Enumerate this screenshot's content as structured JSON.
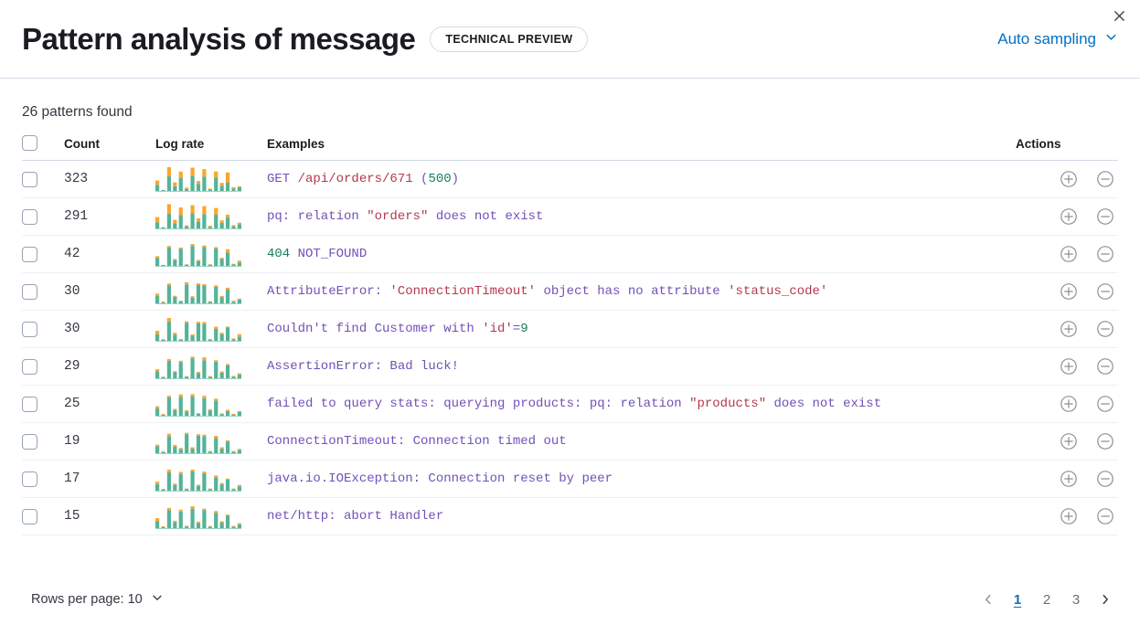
{
  "header": {
    "title": "Pattern analysis of message",
    "badge": "TECHNICAL PREVIEW",
    "sampling_label": "Auto sampling",
    "chevron_icon": "chevron-down-icon",
    "close_icon": "close-icon"
  },
  "colors": {
    "accent_link": "#0271c2",
    "spark_primary": "#54b399",
    "spark_secondary": "#fca52b",
    "token_identifier": "#7151b8",
    "token_string": "#b4384f",
    "token_number": "#1a7b60",
    "border": "#d3dae6"
  },
  "main": {
    "patterns_found": "26 patterns found",
    "columns": {
      "count": "Count",
      "log_rate": "Log rate",
      "examples": "Examples",
      "actions": "Actions"
    },
    "action_icons": {
      "include": "plus-in-circle-icon",
      "exclude": "minus-in-circle-icon"
    },
    "rows": [
      {
        "count": "323",
        "example_plain": "GET /api/orders/671 (500)",
        "tokens": [
          {
            "t": "GET ",
            "c": "id"
          },
          {
            "t": "/api/orders/671",
            "c": "str"
          },
          {
            "t": " (",
            "c": "id"
          },
          {
            "t": "500",
            "c": "num"
          },
          {
            "t": ")",
            "c": "id"
          }
        ],
        "spark": [
          {
            "a": 26,
            "b": 18
          },
          {
            "a": 4,
            "b": 0
          },
          {
            "a": 62,
            "b": 38
          },
          {
            "a": 20,
            "b": 16
          },
          {
            "a": 54,
            "b": 28
          },
          {
            "a": 8,
            "b": 6
          },
          {
            "a": 64,
            "b": 34
          },
          {
            "a": 30,
            "b": 12
          },
          {
            "a": 60,
            "b": 32
          },
          {
            "a": 6,
            "b": 4
          },
          {
            "a": 56,
            "b": 26
          },
          {
            "a": 22,
            "b": 12
          },
          {
            "a": 36,
            "b": 42
          },
          {
            "a": 10,
            "b": 6
          },
          {
            "a": 16,
            "b": 4
          }
        ]
      },
      {
        "count": "291",
        "example_plain": "pq: relation \"orders\" does not exist",
        "tokens": [
          {
            "t": "pq: relation ",
            "c": "id"
          },
          {
            "t": "\"orders\"",
            "c": "str"
          },
          {
            "t": " does not exist",
            "c": "id"
          }
        ],
        "spark": [
          {
            "a": 26,
            "b": 22
          },
          {
            "a": 5,
            "b": 0
          },
          {
            "a": 62,
            "b": 40
          },
          {
            "a": 22,
            "b": 14
          },
          {
            "a": 56,
            "b": 32
          },
          {
            "a": 9,
            "b": 4
          },
          {
            "a": 64,
            "b": 34
          },
          {
            "a": 28,
            "b": 14
          },
          {
            "a": 60,
            "b": 34
          },
          {
            "a": 7,
            "b": 4
          },
          {
            "a": 58,
            "b": 28
          },
          {
            "a": 24,
            "b": 10
          },
          {
            "a": 46,
            "b": 12
          },
          {
            "a": 9,
            "b": 5
          },
          {
            "a": 18,
            "b": 6
          }
        ]
      },
      {
        "count": "42",
        "example_plain": "404 NOT_FOUND",
        "tokens": [
          {
            "t": "404",
            "c": "num"
          },
          {
            "t": " NOT_FOUND",
            "c": "id"
          }
        ],
        "spark": [
          {
            "a": 34,
            "b": 7
          },
          {
            "a": 4,
            "b": 0
          },
          {
            "a": 78,
            "b": 6
          },
          {
            "a": 26,
            "b": 3
          },
          {
            "a": 72,
            "b": 5
          },
          {
            "a": 5,
            "b": 2
          },
          {
            "a": 84,
            "b": 8
          },
          {
            "a": 20,
            "b": 5
          },
          {
            "a": 80,
            "b": 6
          },
          {
            "a": 5,
            "b": 2
          },
          {
            "a": 74,
            "b": 5
          },
          {
            "a": 30,
            "b": 4
          },
          {
            "a": 56,
            "b": 14
          },
          {
            "a": 6,
            "b": 3
          },
          {
            "a": 14,
            "b": 8
          }
        ]
      },
      {
        "count": "30",
        "example_plain": "AttributeError: 'ConnectionTimeout' object has no attribute 'status_code'",
        "tokens": [
          {
            "t": "AttributeError: ",
            "c": "id"
          },
          {
            "t": "'ConnectionTimeout'",
            "c": "str"
          },
          {
            "t": " object has no attribute ",
            "c": "id"
          },
          {
            "t": "'status_code'",
            "c": "str"
          }
        ],
        "spark": [
          {
            "a": 32,
            "b": 9
          },
          {
            "a": 4,
            "b": 3
          },
          {
            "a": 76,
            "b": 7
          },
          {
            "a": 28,
            "b": 4
          },
          {
            "a": 8,
            "b": 3
          },
          {
            "a": 80,
            "b": 9
          },
          {
            "a": 24,
            "b": 6
          },
          {
            "a": 78,
            "b": 6
          },
          {
            "a": 76,
            "b": 5
          },
          {
            "a": 6,
            "b": 3
          },
          {
            "a": 70,
            "b": 6
          },
          {
            "a": 26,
            "b": 5
          },
          {
            "a": 58,
            "b": 8
          },
          {
            "a": 7,
            "b": 4
          },
          {
            "a": 16,
            "b": 4
          }
        ]
      },
      {
        "count": "30",
        "example_plain": "Couldn't find Customer with 'id'=9",
        "tokens": [
          {
            "t": "Couldn't find Customer with ",
            "c": "id"
          },
          {
            "t": "'id'",
            "c": "str"
          },
          {
            "t": "=",
            "c": "id"
          },
          {
            "t": "9",
            "c": "num"
          }
        ],
        "spark": [
          {
            "a": 28,
            "b": 14
          },
          {
            "a": 6,
            "b": 0
          },
          {
            "a": 82,
            "b": 14
          },
          {
            "a": 26,
            "b": 8
          },
          {
            "a": 5,
            "b": 3
          },
          {
            "a": 76,
            "b": 6
          },
          {
            "a": 22,
            "b": 5
          },
          {
            "a": 74,
            "b": 6
          },
          {
            "a": 72,
            "b": 7
          },
          {
            "a": 5,
            "b": 3
          },
          {
            "a": 50,
            "b": 9
          },
          {
            "a": 28,
            "b": 6
          },
          {
            "a": 56,
            "b": 4
          },
          {
            "a": 6,
            "b": 4
          },
          {
            "a": 18,
            "b": 10
          }
        ]
      },
      {
        "count": "29",
        "example_plain": "AssertionError: Bad luck!",
        "tokens": [
          {
            "t": "AssertionError: Bad luck!",
            "c": "id"
          }
        ],
        "spark": [
          {
            "a": 30,
            "b": 8
          },
          {
            "a": 5,
            "b": 2
          },
          {
            "a": 74,
            "b": 7
          },
          {
            "a": 26,
            "b": 4
          },
          {
            "a": 68,
            "b": 6
          },
          {
            "a": 6,
            "b": 3
          },
          {
            "a": 84,
            "b": 7
          },
          {
            "a": 22,
            "b": 5
          },
          {
            "a": 76,
            "b": 12
          },
          {
            "a": 6,
            "b": 3
          },
          {
            "a": 70,
            "b": 6
          },
          {
            "a": 24,
            "b": 5
          },
          {
            "a": 54,
            "b": 6
          },
          {
            "a": 7,
            "b": 3
          },
          {
            "a": 16,
            "b": 5
          }
        ]
      },
      {
        "count": "25",
        "example_plain": "failed to query stats: querying products: pq: relation \"products\" does not exist",
        "tokens": [
          {
            "t": "failed to query stats: querying products: pq: relation ",
            "c": "id"
          },
          {
            "t": "\"products\"",
            "c": "str"
          },
          {
            "t": " does not exist",
            "c": "id"
          }
        ],
        "spark": [
          {
            "a": 32,
            "b": 8
          },
          {
            "a": 4,
            "b": 3
          },
          {
            "a": 78,
            "b": 6
          },
          {
            "a": 24,
            "b": 5
          },
          {
            "a": 80,
            "b": 10
          },
          {
            "a": 18,
            "b": 5
          },
          {
            "a": 82,
            "b": 9
          },
          {
            "a": 8,
            "b": 3
          },
          {
            "a": 74,
            "b": 10
          },
          {
            "a": 22,
            "b": 5
          },
          {
            "a": 64,
            "b": 8
          },
          {
            "a": 7,
            "b": 3
          },
          {
            "a": 20,
            "b": 5
          },
          {
            "a": 5,
            "b": 3
          },
          {
            "a": 16,
            "b": 4
          }
        ]
      },
      {
        "count": "19",
        "example_plain": "ConnectionTimeout: Connection timed out",
        "tokens": [
          {
            "t": "ConnectionTimeout: Connection timed out",
            "c": "id"
          }
        ],
        "spark": [
          {
            "a": 30,
            "b": 6
          },
          {
            "a": 5,
            "b": 3
          },
          {
            "a": 72,
            "b": 10
          },
          {
            "a": 28,
            "b": 7
          },
          {
            "a": 18,
            "b": 4
          },
          {
            "a": 80,
            "b": 6
          },
          {
            "a": 20,
            "b": 5
          },
          {
            "a": 74,
            "b": 6
          },
          {
            "a": 72,
            "b": 6
          },
          {
            "a": 6,
            "b": 3
          },
          {
            "a": 64,
            "b": 9
          },
          {
            "a": 20,
            "b": 5
          },
          {
            "a": 48,
            "b": 6
          },
          {
            "a": 6,
            "b": 3
          },
          {
            "a": 14,
            "b": 4
          }
        ]
      },
      {
        "count": "17",
        "example_plain": "java.io.IOException: Connection reset by peer",
        "tokens": [
          {
            "t": "java.io.IOException: Connection reset by peer",
            "c": "id"
          }
        ],
        "spark": [
          {
            "a": 28,
            "b": 10
          },
          {
            "a": 5,
            "b": 3
          },
          {
            "a": 78,
            "b": 10
          },
          {
            "a": 24,
            "b": 6
          },
          {
            "a": 70,
            "b": 9
          },
          {
            "a": 6,
            "b": 3
          },
          {
            "a": 82,
            "b": 7
          },
          {
            "a": 20,
            "b": 5
          },
          {
            "a": 74,
            "b": 6
          },
          {
            "a": 6,
            "b": 3
          },
          {
            "a": 56,
            "b": 8
          },
          {
            "a": 26,
            "b": 6
          },
          {
            "a": 46,
            "b": 5
          },
          {
            "a": 6,
            "b": 3
          },
          {
            "a": 18,
            "b": 6
          }
        ]
      },
      {
        "count": "15",
        "example_plain": "net/http: abort Handler",
        "tokens": [
          {
            "t": "net/http: abort Handler",
            "c": "id"
          }
        ],
        "spark": [
          {
            "a": 30,
            "b": 12
          },
          {
            "a": 5,
            "b": 3
          },
          {
            "a": 76,
            "b": 9
          },
          {
            "a": 26,
            "b": 5
          },
          {
            "a": 70,
            "b": 8
          },
          {
            "a": 7,
            "b": 3
          },
          {
            "a": 82,
            "b": 10
          },
          {
            "a": 22,
            "b": 5
          },
          {
            "a": 76,
            "b": 6
          },
          {
            "a": 6,
            "b": 3
          },
          {
            "a": 64,
            "b": 8
          },
          {
            "a": 24,
            "b": 5
          },
          {
            "a": 52,
            "b": 5
          },
          {
            "a": 6,
            "b": 3
          },
          {
            "a": 16,
            "b": 5
          }
        ]
      }
    ]
  },
  "footer": {
    "rows_per_page_label": "Rows per page: 10",
    "rows_per_page_chevron": "chevron-down-icon",
    "prev_icon": "chevron-left-icon",
    "next_icon": "chevron-right-icon",
    "pages": [
      "1",
      "2",
      "3"
    ],
    "active_page": "1"
  }
}
